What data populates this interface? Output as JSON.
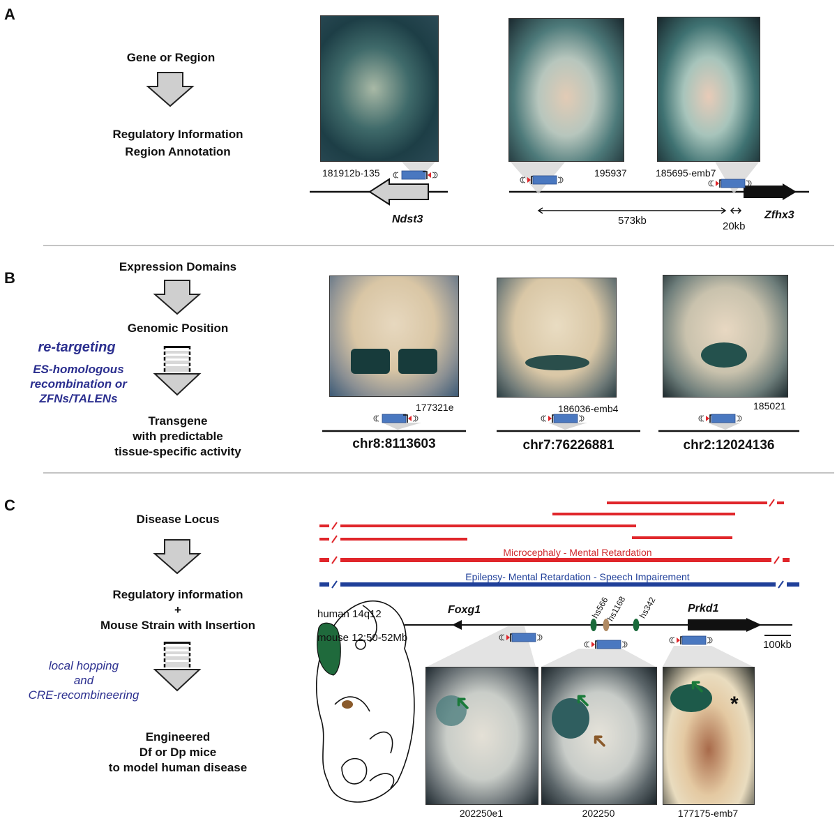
{
  "panel_labels": {
    "a": "A",
    "b": "B",
    "c": "C"
  },
  "panel_a": {
    "flow_top": "Gene or Region",
    "flow_bottom_line1": "Regulatory Information",
    "flow_bottom_line2": "Region Annotation",
    "embryo_labels": [
      "181912b-135",
      "195937",
      "185695-emb7"
    ],
    "genes": [
      "Ndst3",
      "Zfhx3"
    ],
    "distances": [
      "573kb",
      "20kb"
    ]
  },
  "panel_b": {
    "flow_1": "Expression Domains",
    "flow_2": "Genomic Position",
    "retargeting": "re-targeting",
    "method_line1": "ES-homologous",
    "method_line2": "recombination or",
    "method_line3": "ZFNs/TALENs",
    "result_line1": "Transgene",
    "result_line2": "with predictable",
    "result_line3": "tissue-specific activity",
    "embryo_labels": [
      "177321e",
      "186036-emb4",
      "185021"
    ],
    "positions": [
      "chr8:8113603",
      "chr7:76226881",
      "chr2:12024136"
    ]
  },
  "panel_c": {
    "flow_1": "Disease Locus",
    "flow_2_line1": "Regulatory information",
    "flow_2_line2": "+",
    "flow_2_line3": "Mouse Strain with Insertion",
    "method_line1": "local hopping",
    "method_line2": "and",
    "method_line3": "CRE-recombineering",
    "result_line1": "Engineered",
    "result_line2": "Df or Dp mice",
    "result_line3": "to model human disease",
    "phenotype_red": "Microcephaly - Mental Retardation",
    "phenotype_blue": "Epilepsy- Mental Retardation - Speech Impairement",
    "human_locus": "human 14q12",
    "mouse_locus": "mouse 12:50-52Mb",
    "genes": [
      "Foxg1",
      "Prkd1"
    ],
    "enhancers": [
      "hs566",
      "hs1168",
      "hs342"
    ],
    "scale_label": "100kb",
    "embryo_labels": [
      "202250e1",
      "202250",
      "177175-emb7"
    ],
    "asterisk": "*"
  },
  "colors": {
    "red": "#e0262b",
    "blue": "#1f3f99",
    "text_blue": "#2b2f8f",
    "green": "#1a6a3a",
    "brown": "#8a5a2b",
    "construct_blue": "#4a78c0",
    "arrow_gray": "#cfcfcf"
  }
}
